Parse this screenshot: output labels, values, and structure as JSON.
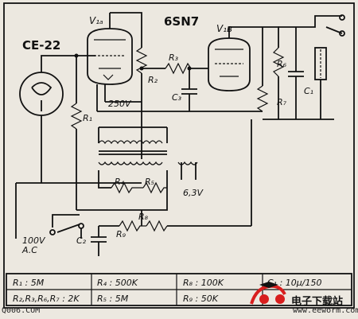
{
  "title": "6SN7",
  "labels": {
    "ce22": "CE-22",
    "v1a": "V₁ₐ",
    "v1b": "V₁ʙ",
    "r1": "R₁",
    "r2": "R₂",
    "r3": "R₃",
    "c3": "C₃",
    "r6": "R₆",
    "r7": "R₇",
    "c1": "C₁",
    "b250": "250V",
    "r8": "R₈",
    "r9": "R₉",
    "r4": "R₄",
    "r5": "R₅",
    "c2": "C₂",
    "v63": "6,3V",
    "ac": "100V\nA.C"
  },
  "table": {
    "rows": [
      [
        "R₁ : 5M",
        "R₄ : 500K",
        "R₈ : 100K",
        "C₁ : 10μ/150"
      ],
      [
        "R₂,R₃,R₆,R₇ : 2K",
        "R₅ : 5M",
        "R₉ : 50K",
        ""
      ]
    ]
  },
  "watermarks": {
    "left": "Q006.COM",
    "right": "www.eeworm.com",
    "logo": "电子下载站"
  },
  "colors": {
    "logo_red": "#d81e1e",
    "ink": "#111111",
    "paper": "#ece8e0"
  }
}
